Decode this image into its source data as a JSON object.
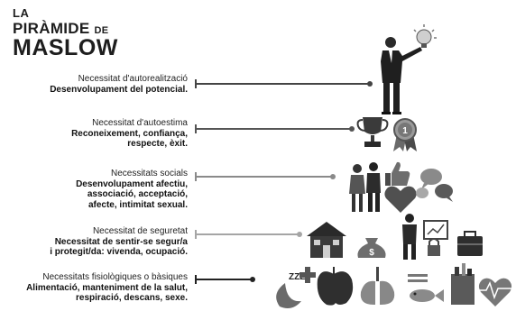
{
  "title": {
    "line1": "LA",
    "line2_main": "PIRÀMIDE",
    "line2_small": "DE",
    "line3": "MASLOW"
  },
  "levels": [
    {
      "heading": "Necessitat d'autorealització",
      "description": [
        "Desenvolupament del potencial."
      ],
      "line_color": "#444444"
    },
    {
      "heading": "Necessitat d'autoestima",
      "description": [
        "Reconeixement, confiança,",
        "respecte, èxit."
      ],
      "line_color": "#555555"
    },
    {
      "heading": "Necessitats socials",
      "description": [
        "Desenvolupament afectiu,",
        "associació, acceptació,",
        "afecte, intimitat sexual."
      ],
      "line_color": "#8a8a8a"
    },
    {
      "heading": "Necessitat de seguretat",
      "description": [
        "Necessitat de sentir-se segur/a",
        "i protegit/da: vivenda, ocupació."
      ],
      "line_color": "#a5a5a5"
    },
    {
      "heading": "Necessitats fisiològiques o bàsiques",
      "description": [
        "Alimentació, manteniment de la salut,",
        "respiració, descans, sexe."
      ],
      "line_color": "#222222"
    }
  ],
  "icons": {
    "level1": [
      "businessman-icon",
      "lightbulb-icon"
    ],
    "level2": [
      "trophy-icon",
      "medal-icon"
    ],
    "level3": [
      "couple-icon",
      "thumbs-up-icon",
      "heart-icon",
      "chat-bubbles-icon"
    ],
    "level4": [
      "house-icon",
      "money-bag-icon",
      "worker-icon",
      "chart-screen-icon",
      "padlock-icon",
      "briefcase-icon"
    ],
    "level5": [
      "sleep-moon-icon",
      "medical-cross-icon",
      "apple-icon",
      "lungs-icon",
      "fish-icon",
      "food-bag-icon",
      "heartbeat-icon"
    ]
  },
  "medal_text": "1",
  "sleep_text": "ZZZ"
}
